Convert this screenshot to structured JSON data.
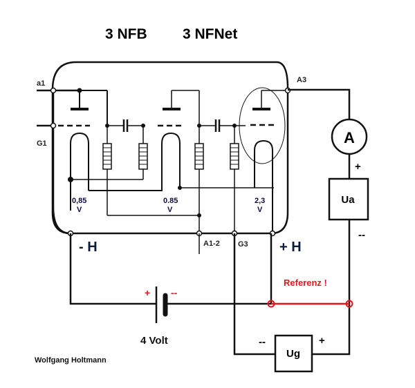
{
  "title": {
    "tube_type_1": "3 NFB",
    "tube_type_2": "3 NFNet"
  },
  "pins": {
    "a1": "a1",
    "g1": "G1",
    "a3": "A3",
    "a12": "A1-2",
    "g3": "G3",
    "minus_h": "- H",
    "plus_h": "+ H"
  },
  "heater_voltages": [
    {
      "value": "0,85",
      "unit": "V"
    },
    {
      "value": "0.85",
      "unit": "V"
    },
    {
      "value": "2,3",
      "unit": "V"
    }
  ],
  "ammeter": {
    "label": "A"
  },
  "anode_supply": {
    "label": "Ua",
    "plus": "+",
    "minus": "--"
  },
  "grid_supply": {
    "label": "Ug",
    "plus": "+",
    "minus": "--"
  },
  "battery": {
    "label": "4 Volt",
    "plus": "+",
    "minus": "--"
  },
  "reference": {
    "label": "Referenz !",
    "color": "#e8141d"
  },
  "author": "Wolfgang Holtmann"
}
